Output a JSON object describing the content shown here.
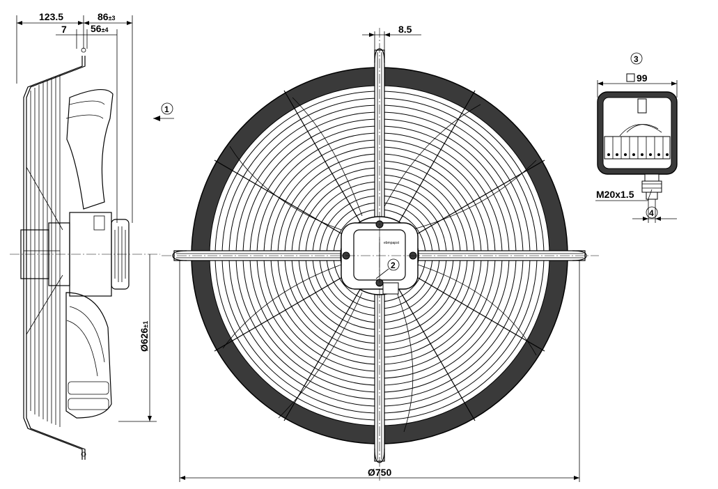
{
  "dimensions": {
    "side_width": "123.5",
    "motor_depth": "86",
    "motor_depth_tol": "±3",
    "offset": "7",
    "mount_depth": "56",
    "mount_depth_tol": "±4",
    "blade_diameter": "Ø626",
    "blade_diameter_tol": "±1",
    "bolt_width": "8.5",
    "overall_diameter": "Ø750",
    "box_size": "99",
    "cable_gland": "M20x1.5"
  },
  "callouts": {
    "airflow": "1",
    "rotation": "2",
    "terminal_box": "3",
    "gland": "4"
  },
  "labels": {
    "motor_brand": "ebmpapst"
  },
  "colors": {
    "ink": "#000000",
    "paper": "#ffffff",
    "shade": "#3a3a3a"
  }
}
